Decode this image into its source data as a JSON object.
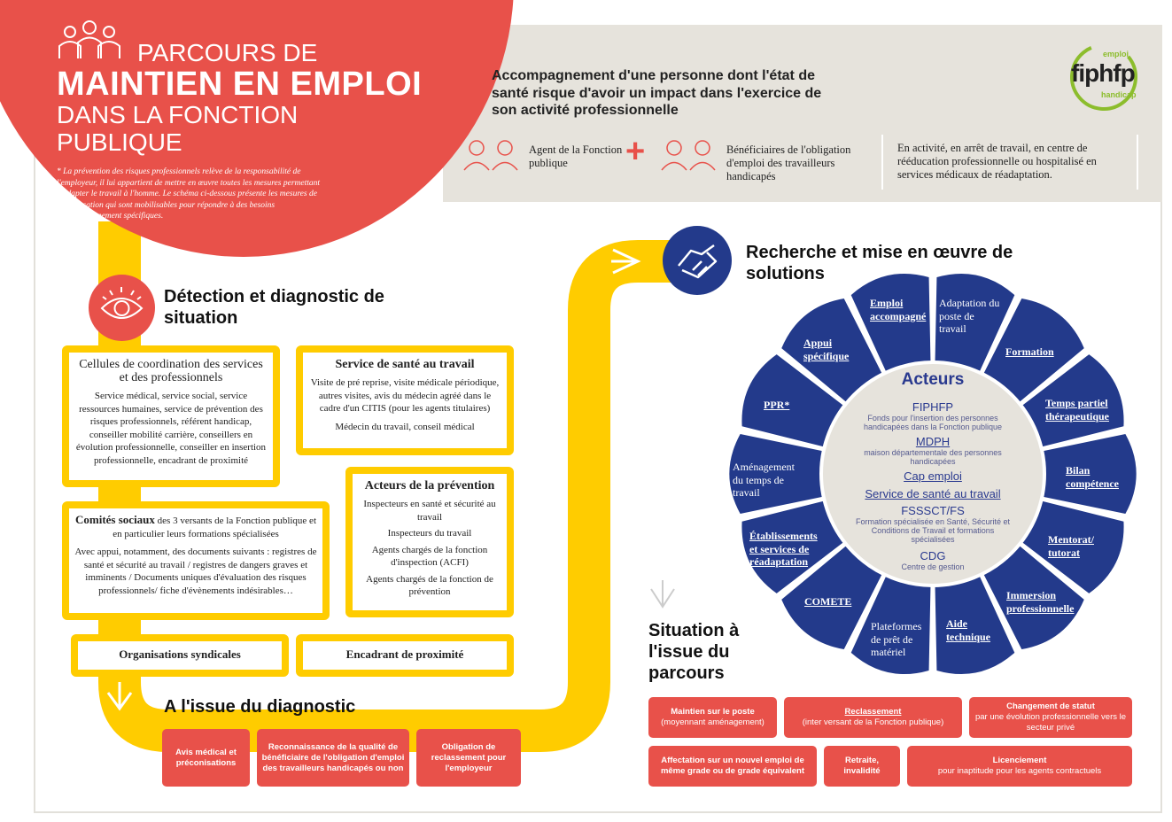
{
  "header": {
    "title_line1": "PARCOURS DE",
    "title_line2": "MAINTIEN EN EMPLOI",
    "title_line3": "DANS LA FONCTION PUBLIQUE",
    "footnote": "* La prévention des risques professionnels relève de la responsabilité de l'employeur, il lui appartient de mettre en œuvre toutes les mesures permettant d'adapter le travail à l'homme. Le schéma ci-dessous présente les mesures de compensation qui sont mobilisables pour répondre à des besoins d'accompagnement spécifiques.",
    "subtitle": "Accompagnement d'une personne dont l'état de santé risque d'avoir un impact dans l'exercice de son activité professionnelle",
    "audience1": "Agent de la Fonction publique",
    "plus": "+",
    "audience2": "Bénéficiaires de l'obligation d'emploi des travailleurs handicapés",
    "situation": "En activité, en arrêt de travail, en centre de rééducation professionnelle ou hospitalisé en services médicaux de réadaptation."
  },
  "logo": {
    "top": "emploi",
    "main": "fiphfp",
    "bottom": "handicap"
  },
  "detection": {
    "title": "Détection et diagnostic de situation",
    "boxes": [
      {
        "title": "Cellules de coordination des services et des professionnels",
        "body": "Service médical, service social, service ressources humaines, service de prévention des risques professionnels, référent handicap, conseiller mobilité carrière, conseillers en évolution professionnelle, conseiller en insertion professionnelle, encadrant de proximité"
      },
      {
        "title": "Service de santé au travail",
        "body": "Visite de pré reprise, visite médicale périodique, autres visites, avis du médecin agréé dans le cadre d'un CITIS (pour les agents titulaires)",
        "body2": "Médecin du travail, conseil médical"
      },
      {
        "title": "Acteurs de la prévention",
        "items": [
          "Inspecteurs en santé et sécurité au travail",
          "Inspecteurs du travail",
          "Agents chargés de la fonction d'inspection (ACFI)",
          "Agents chargés de la fonction de prévention"
        ]
      },
      {
        "title": "Comités sociaux",
        "title_rest": " des 3 versants de la Fonction publique et en particulier leurs formations spécialisées",
        "body": "Avec appui, notamment, des documents suivants : registres de santé et sécurité au travail / registres de dangers graves et imminents / Documents uniques d'évaluation des risques professionnels/ fiche d'évènements indésirables…"
      },
      {
        "title": "Organisations syndicales"
      },
      {
        "title": "Encadrant de proximité"
      }
    ]
  },
  "diagnostic": {
    "title": "A l'issue du diagnostic",
    "outcomes": [
      "Avis médical et préconisations",
      "Reconnaissance de la qualité de bénéficiaire de l'obligation d'emploi des travailleurs handicapés ou non",
      "Obligation de reclassement pour l'employeur"
    ]
  },
  "solutions": {
    "title": "Recherche et mise en œuvre de solutions",
    "wheel": [
      "Adaptation du poste de travail",
      "Formation",
      "Temps partiel thérapeutique",
      "Bilan compétence",
      "Mentorat/ tutorat",
      "Immersion professionnelle",
      "Aide technique",
      "Plateformes de prêt de matériel",
      "COMETE",
      "Établissements et services de réadaptation",
      "Aménagement du temps de travail",
      "PPR*",
      "Appui spécifique",
      "Emploi accompagné"
    ],
    "actors_title": "Acteurs",
    "actors": [
      {
        "name": "FIPHFP",
        "desc": "Fonds pour l'insertion des personnes handicapées dans la Fonction publique"
      },
      {
        "name": "MDPH",
        "desc": "maison départementale des personnes handicapées"
      },
      {
        "name": "Cap emploi",
        "desc": ""
      },
      {
        "name": "Service de santé au travail",
        "desc": ""
      },
      {
        "name": "FSSSCT/FS",
        "desc": "Formation spécialisée en Santé, Sécurité et Conditions de Travail et formations spécialisées"
      },
      {
        "name": "CDG",
        "desc": "Centre de gestion"
      }
    ]
  },
  "outcome": {
    "title": "Situation à l'issue du parcours",
    "items": [
      {
        "bold": "Maintien sur le poste",
        "normal": "(moyennant aménagement)"
      },
      {
        "bold": "Reclassement",
        "normal": "(inter versant de la Fonction publique)"
      },
      {
        "bold": "Changement de statut",
        "normal": "par une évolution professionnelle vers le secteur privé"
      },
      {
        "bold": "Affectation sur un nouvel emploi de même grade ou de grade équivalent",
        "normal": ""
      },
      {
        "bold": "Retraite, invalidité",
        "normal": ""
      },
      {
        "bold": "Licenciement",
        "normal": "pour inaptitude pour les agents contractuels"
      }
    ]
  },
  "colors": {
    "red": "#e8514a",
    "yellow": "#ffcc00",
    "navy": "#233a8b",
    "beige": "#e6e3dc",
    "green": "#8cbd2c"
  }
}
